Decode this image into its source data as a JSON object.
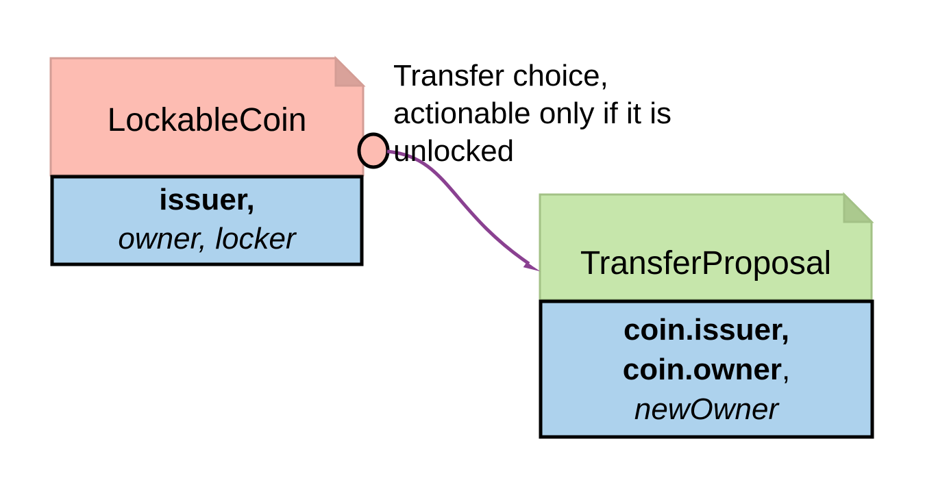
{
  "diagram": {
    "background": "#ffffff",
    "annotation": {
      "lines": [
        "Transfer choice,",
        "actionable only if it is",
        "unlocked"
      ]
    },
    "nodes": {
      "lockableCoin": {
        "title": "LockableCoin",
        "signatories_bold": "issuer,",
        "observers_italic": "owner, locker",
        "header_fill": "#fdbcb2",
        "header_stroke": "#d49d95",
        "fold_fill": "#d9a29a",
        "body_fill": "#add2ed",
        "body_stroke": "#000000"
      },
      "transferProposal": {
        "title": "TransferProposal",
        "line1_bold": "coin.issuer,",
        "line2_bold": "coin.owner",
        "line2_regular": ",",
        "line3_italic": "newOwner",
        "header_fill": "#c6e6ab",
        "header_stroke": "#a3c186",
        "fold_fill": "#abc98e",
        "body_fill": "#add2ed",
        "body_stroke": "#000000"
      }
    },
    "connector": {
      "color": "#8a4191",
      "socket_fill": "#fdbcb2",
      "socket_stroke": "#000000"
    }
  }
}
